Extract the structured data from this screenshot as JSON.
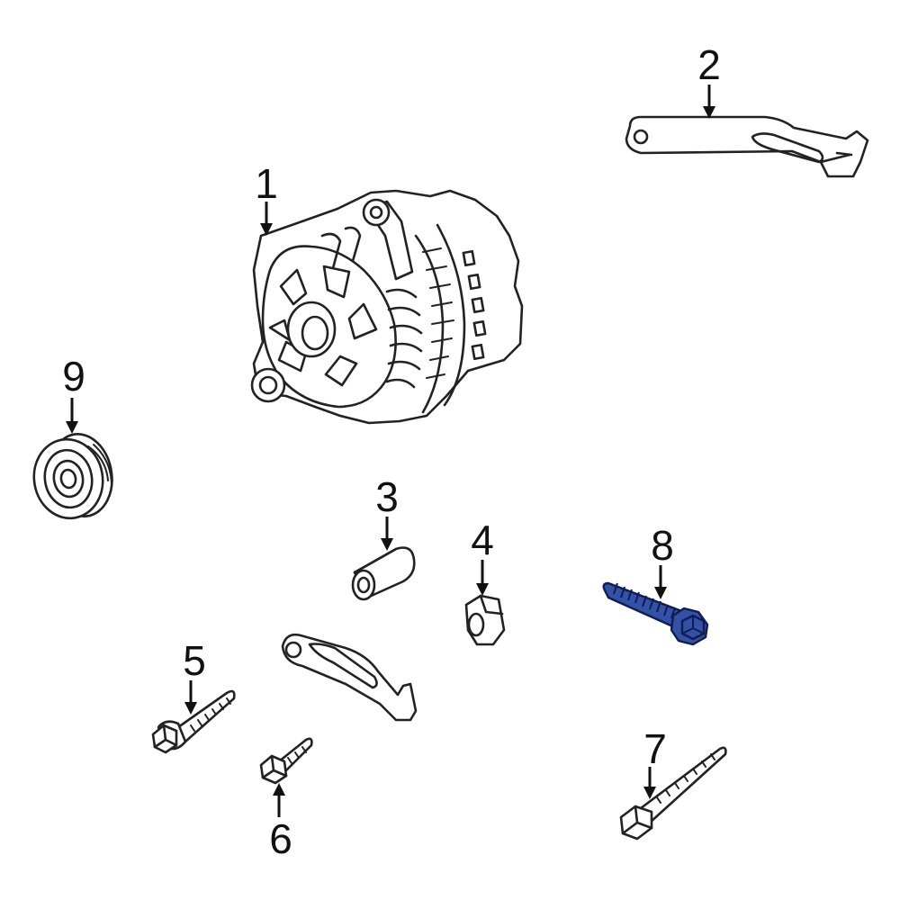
{
  "diagram": {
    "callouts": [
      {
        "id": "1",
        "label": "1"
      },
      {
        "id": "2",
        "label": "2"
      },
      {
        "id": "3",
        "label": "3"
      },
      {
        "id": "4",
        "label": "4"
      },
      {
        "id": "5",
        "label": "5"
      },
      {
        "id": "6",
        "label": "6"
      },
      {
        "id": "7",
        "label": "7"
      },
      {
        "id": "8",
        "label": "8"
      },
      {
        "id": "9",
        "label": "9"
      }
    ],
    "highlighted_part": "8",
    "colors": {
      "highlight_fill": "#3451a8",
      "highlight_stroke": "#0f1d52",
      "line": "#222222",
      "background": "#ffffff"
    }
  }
}
